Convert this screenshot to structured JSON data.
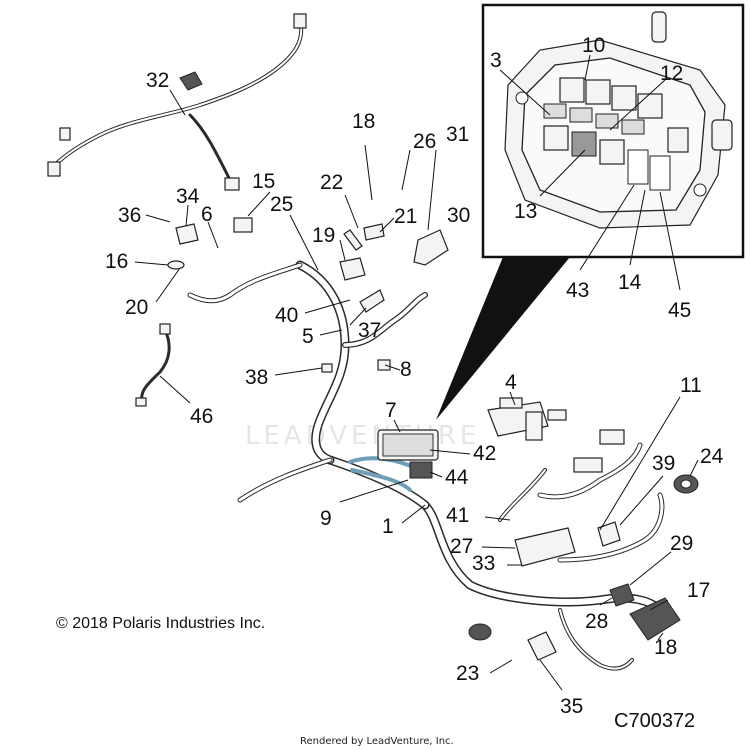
{
  "callouts": [
    {
      "id": "c32",
      "label": "32"
    },
    {
      "id": "c18a",
      "label": "18"
    },
    {
      "id": "c26",
      "label": "26"
    },
    {
      "id": "c31",
      "label": "31"
    },
    {
      "id": "c22",
      "label": "22"
    },
    {
      "id": "c15",
      "label": "15"
    },
    {
      "id": "c34",
      "label": "34"
    },
    {
      "id": "c25",
      "label": "25"
    },
    {
      "id": "c21",
      "label": "21"
    },
    {
      "id": "c30",
      "label": "30"
    },
    {
      "id": "c36",
      "label": "36"
    },
    {
      "id": "c6",
      "label": "6"
    },
    {
      "id": "c19",
      "label": "19"
    },
    {
      "id": "c16",
      "label": "16"
    },
    {
      "id": "c20",
      "label": "20"
    },
    {
      "id": "c40",
      "label": "40"
    },
    {
      "id": "c37",
      "label": "37"
    },
    {
      "id": "c5",
      "label": "5"
    },
    {
      "id": "c38",
      "label": "38"
    },
    {
      "id": "c8",
      "label": "8"
    },
    {
      "id": "c46",
      "label": "46"
    },
    {
      "id": "c4",
      "label": "4"
    },
    {
      "id": "c11",
      "label": "11"
    },
    {
      "id": "c7",
      "label": "7"
    },
    {
      "id": "c42",
      "label": "42"
    },
    {
      "id": "c44",
      "label": "44"
    },
    {
      "id": "c39",
      "label": "39"
    },
    {
      "id": "c24",
      "label": "24"
    },
    {
      "id": "c9",
      "label": "9"
    },
    {
      "id": "c1",
      "label": "1"
    },
    {
      "id": "c41",
      "label": "41"
    },
    {
      "id": "c27",
      "label": "27"
    },
    {
      "id": "c33",
      "label": "33"
    },
    {
      "id": "c29",
      "label": "29"
    },
    {
      "id": "c17",
      "label": "17"
    },
    {
      "id": "c28",
      "label": "28"
    },
    {
      "id": "c18b",
      "label": "18"
    },
    {
      "id": "c23",
      "label": "23"
    },
    {
      "id": "c35",
      "label": "35"
    },
    {
      "id": "c10",
      "label": "10"
    },
    {
      "id": "c3",
      "label": "3"
    },
    {
      "id": "c12",
      "label": "12"
    },
    {
      "id": "c13",
      "label": "13"
    },
    {
      "id": "c43",
      "label": "43"
    },
    {
      "id": "c14",
      "label": "14"
    },
    {
      "id": "c45",
      "label": "45"
    }
  ],
  "copyright": "© 2018 Polaris Industries Inc.",
  "diagram_code": "C700372",
  "rendered_by": "Rendered by LeadVenture, Inc.",
  "watermark": "LEADVENTURE"
}
